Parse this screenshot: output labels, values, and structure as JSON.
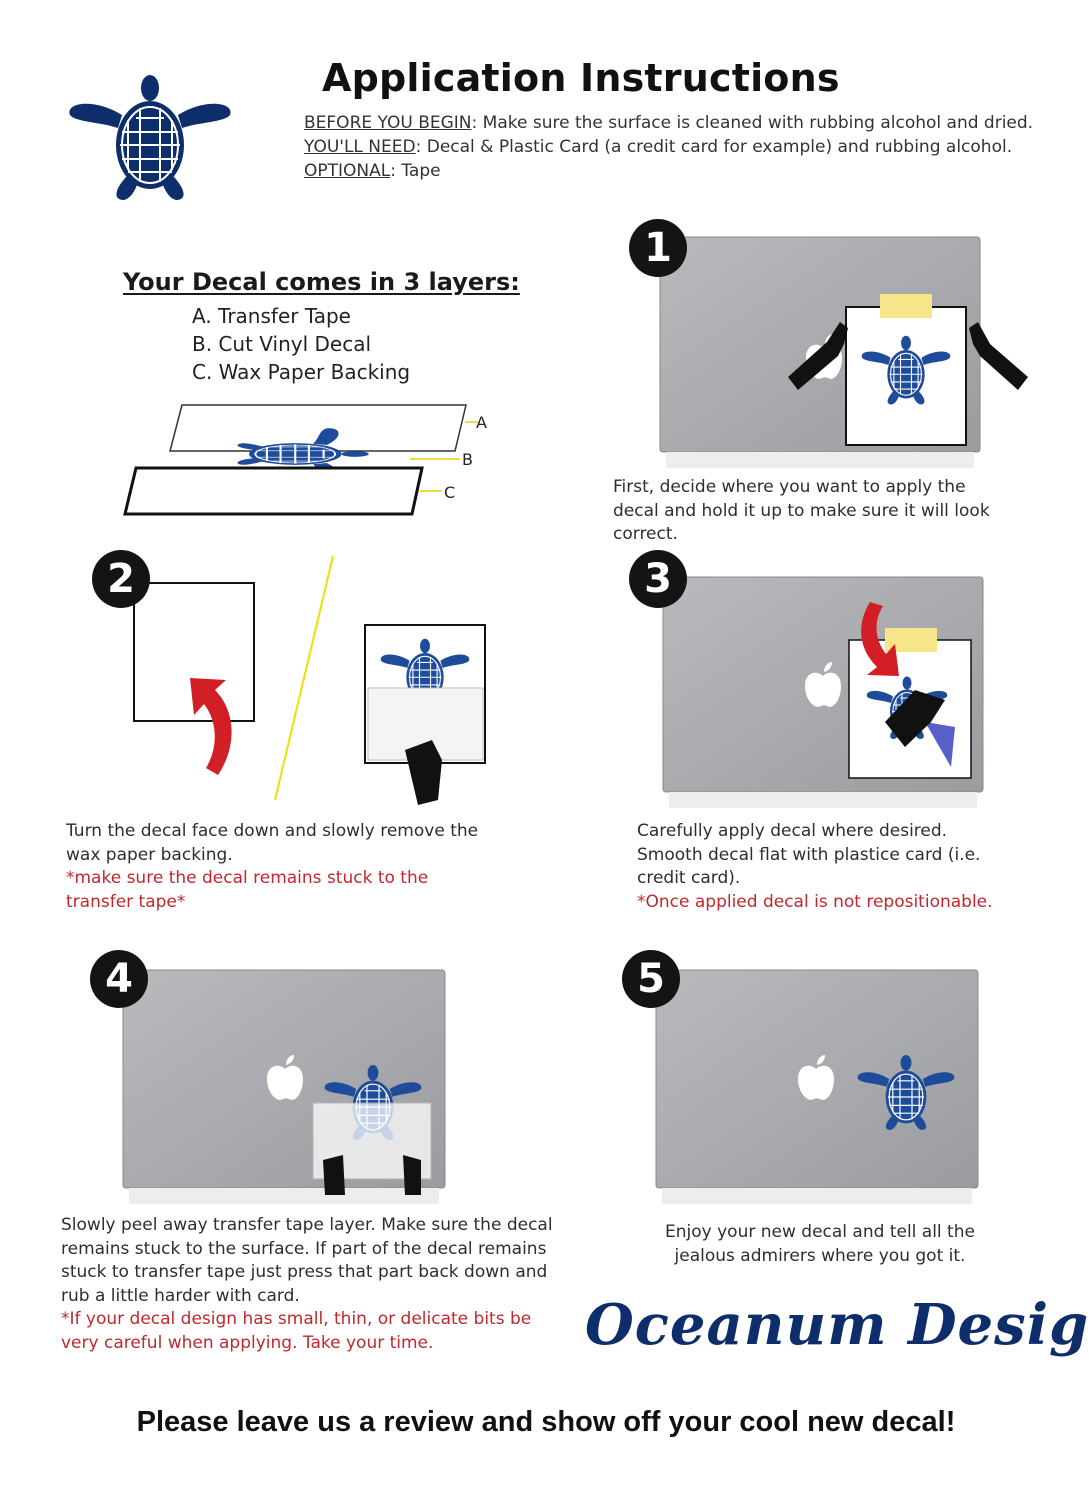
{
  "header": {
    "title": "Application Instructions",
    "before_label": "BEFORE YOU BEGIN",
    "before_text": ": Make sure the surface is cleaned with rubbing alcohol and dried.",
    "need_label": "YOU'LL NEED",
    "need_text": ": Decal & Plastic Card (a credit card for example) and rubbing alcohol.",
    "optional_label": "OPTIONAL",
    "optional_text": ": Tape"
  },
  "layers": {
    "heading": "Your Decal comes in 3 layers:",
    "items": [
      "A. Transfer Tape",
      "B. Cut Vinyl Decal",
      "C. Wax Paper Backing"
    ],
    "diagram_labels": [
      "A",
      "B",
      "C"
    ]
  },
  "steps": [
    {
      "number": "1",
      "text": "First, decide where you want to apply the decal and hold it up to make sure it will look correct.",
      "note": ""
    },
    {
      "number": "2",
      "text": "Turn the decal face down and slowly remove the wax paper backing.",
      "note": "*make sure the decal remains stuck to the transfer tape*"
    },
    {
      "number": "3",
      "text": "Carefully apply decal where desired. Smooth decal flat with plastice card (i.e. credit card).",
      "note": "*Once applied decal is not repositionable."
    },
    {
      "number": "4",
      "text": "Slowly peel away transfer tape layer. Make sure the decal remains stuck to the surface. If part of the decal remains stuck to transfer tape just press that part back down and rub a little harder with card.",
      "note": "*If your decal design has small, thin, or delicate bits be very careful when applying. Take your time."
    },
    {
      "number": "5",
      "text": "Enjoy your new decal and tell all the jealous admirers where you got it.",
      "note": ""
    }
  ],
  "brand": "Oceanum Design",
  "footer": "Please leave us a review and show off your cool new decal!",
  "colors": {
    "navy": "#0d2d6b",
    "decal_blue": "#1e4b9a",
    "accent_red": "#c0282d",
    "tape_yellow": "#f7e58a",
    "laptop_grey": "#a9abae"
  },
  "icons": [
    "sea-turtle-icon",
    "apple-logo-icon",
    "hand-icon",
    "curved-arrow-icon"
  ]
}
